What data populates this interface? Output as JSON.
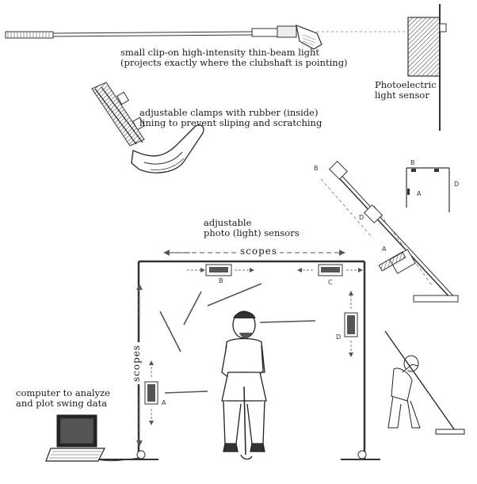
{
  "labels": {
    "light": [
      "small clip-on high-intensity thin-beam light",
      "(projects exactly where the clubshaft is pointing)"
    ],
    "sensor": [
      "Photoelectric",
      "light sensor"
    ],
    "clamps": [
      "adjustable clamps with rubber (inside)",
      "lining to prevent sliping and scratching"
    ],
    "photo_sensors": [
      "adjustable",
      "photo (light) sensors"
    ],
    "scopes_top": "scopes",
    "scopes_side": "scopes",
    "computer": [
      "computer to analyze",
      "and plot swing data"
    ]
  },
  "sensor_letters": {
    "frame_A": "A",
    "frame_B": "B",
    "frame_C": "C",
    "frame_D": "D",
    "side_A": "A",
    "side_B": "B",
    "side_D": "D",
    "inset_A": "A",
    "inset_B": "B",
    "inset_D": "D"
  }
}
